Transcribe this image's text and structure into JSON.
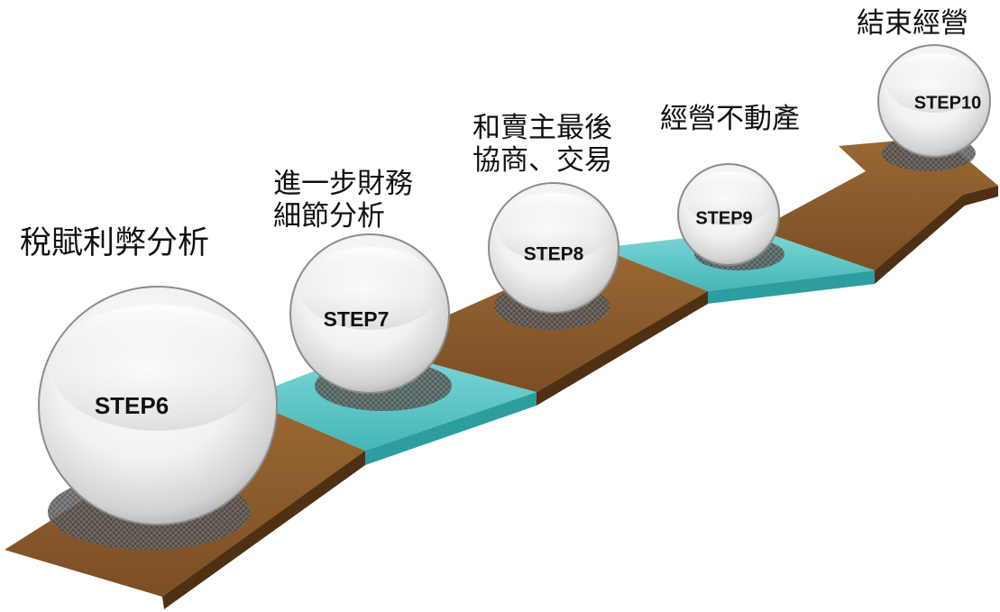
{
  "colors": {
    "arrow_brown": "#8a5a2c",
    "arrow_brown_dark": "#5a3714",
    "ribbon_teal": "#54c2c4",
    "ribbon_teal_dark": "#2f9fa2",
    "sphere_light": "#ffffff",
    "sphere_mid": "#e6e6e6",
    "sphere_rim": "#8c8c8c"
  },
  "steps": [
    {
      "id": "step6",
      "title": "STEP6",
      "caption": "稅賦利弊分析"
    },
    {
      "id": "step7",
      "title": "STEP7",
      "caption": "進一步財務\n細節分析"
    },
    {
      "id": "step8",
      "title": "STEP8",
      "caption": "和賣主最後\n協商、交易"
    },
    {
      "id": "step9",
      "title": "STEP9",
      "caption": "經營不動產"
    },
    {
      "id": "step10",
      "title": "STEP10",
      "caption": "結束經營"
    }
  ]
}
